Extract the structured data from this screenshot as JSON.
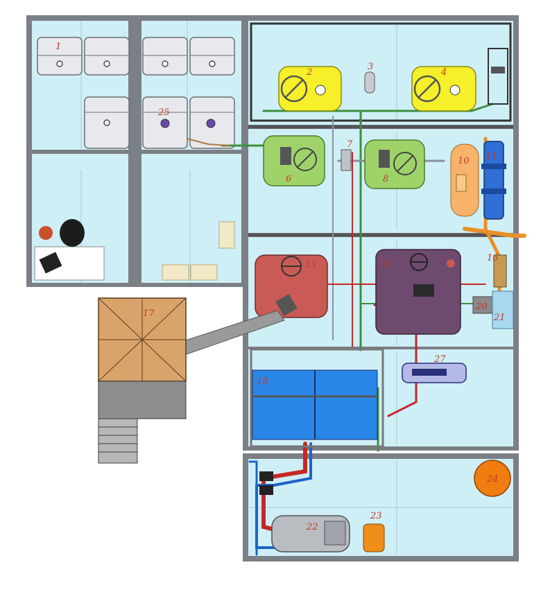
{
  "labels": {
    "l1": "1",
    "l2": "2",
    "l3": "3",
    "l4": "4",
    "l6": "6",
    "l7": "7",
    "l8": "8",
    "l10": "10",
    "l11": "11",
    "l13": "13",
    "l14": "14",
    "l16": "16",
    "l17": "17",
    "l18": "18",
    "l20": "20",
    "l21": "21",
    "l22": "22",
    "l23": "23",
    "l24": "24",
    "l25": "25",
    "l27": "27"
  },
  "colors": {
    "room_fill": "#cfeff6",
    "wall": "#7b7f86",
    "label": "#c0392b",
    "tank_yellow": "#f5f02a",
    "tank_green": "#9fd36a",
    "tank_red": "#c95a56",
    "tank_purple": "#6e4a6e",
    "tank_orange": "#f7b36a",
    "column_blue": "#2f6fd6",
    "bath_blue": "#2a86e6",
    "pipe_red": "#c62828",
    "pipe_blue": "#1e63c9",
    "pipe_green": "#3c8f3c",
    "pipe_orange": "#e8902a",
    "roof_tan": "#d9a46b",
    "circle_orange": "#f07d10"
  }
}
